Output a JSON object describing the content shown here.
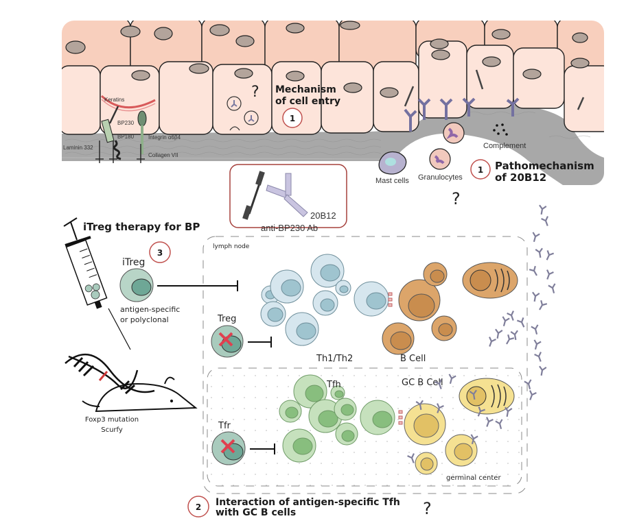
{
  "figure": {
    "top_panel": {
      "heading_cell_entry": [
        "Mechanism",
        "of cell entry"
      ],
      "heading_pathomechanism": [
        "Pathomechanism",
        "of 20B12"
      ],
      "badge_1": "1",
      "question": "?",
      "labels": {
        "keratins": "Keratins",
        "bp230": "BP230",
        "bp180": "BP180",
        "integrin": "Integrin α6β4",
        "laminin": "Laminin 332",
        "collagen": "Collagen VII",
        "complement": "Complement",
        "mast_cells": "Mast cells",
        "granulocytes": "Granulocytes"
      }
    },
    "legend_box": {
      "antibody_20b12": "20B12",
      "anti_bp230": "anti-BP230 Ab"
    },
    "itreg_section": {
      "title": "iTreg therapy for BP",
      "badge": "3",
      "itreg_label": "iTreg",
      "itreg_desc": [
        "antigen-specific",
        "or polyclonal"
      ],
      "mouse_label": [
        "Foxp3 mutation",
        "Scurfy"
      ]
    },
    "lymph_node": {
      "label": "lymph node",
      "treg": "Treg",
      "th_label": "Th1/Th2",
      "bcell_label": "B Cell"
    },
    "germinal_center": {
      "label": "germinal center",
      "tfh": "Tfh",
      "tfr": "Tfr",
      "gc_bcell": "GC B Cell"
    },
    "bottom": {
      "badge": "2",
      "heading": [
        "Interaction of antigen-specific Tfh",
        "with GC B cells"
      ],
      "question": "?"
    },
    "colors": {
      "skin_upper": "#f8cfbd",
      "skin_lower": "#fde4da",
      "nucleus": "#b3a49b",
      "basement": "#a8a8a8",
      "badge_ring": "#c0504d",
      "antibody": "#8a87aa",
      "th_cell": "#d6e6ee",
      "th_nucleus": "#9fc4cf",
      "bcell": "#dca56a",
      "bcell_nucleus": "#c98d4e",
      "tfh_cell": "#c6e1bd",
      "tfh_nucleus": "#88be7e",
      "gc_bcell": "#f5e192",
      "gc_nucleus": "#e2c165",
      "treg_cell": "#a9cbbd",
      "treg_nucleus": "#6ea796",
      "cross": "#e0404f"
    }
  }
}
